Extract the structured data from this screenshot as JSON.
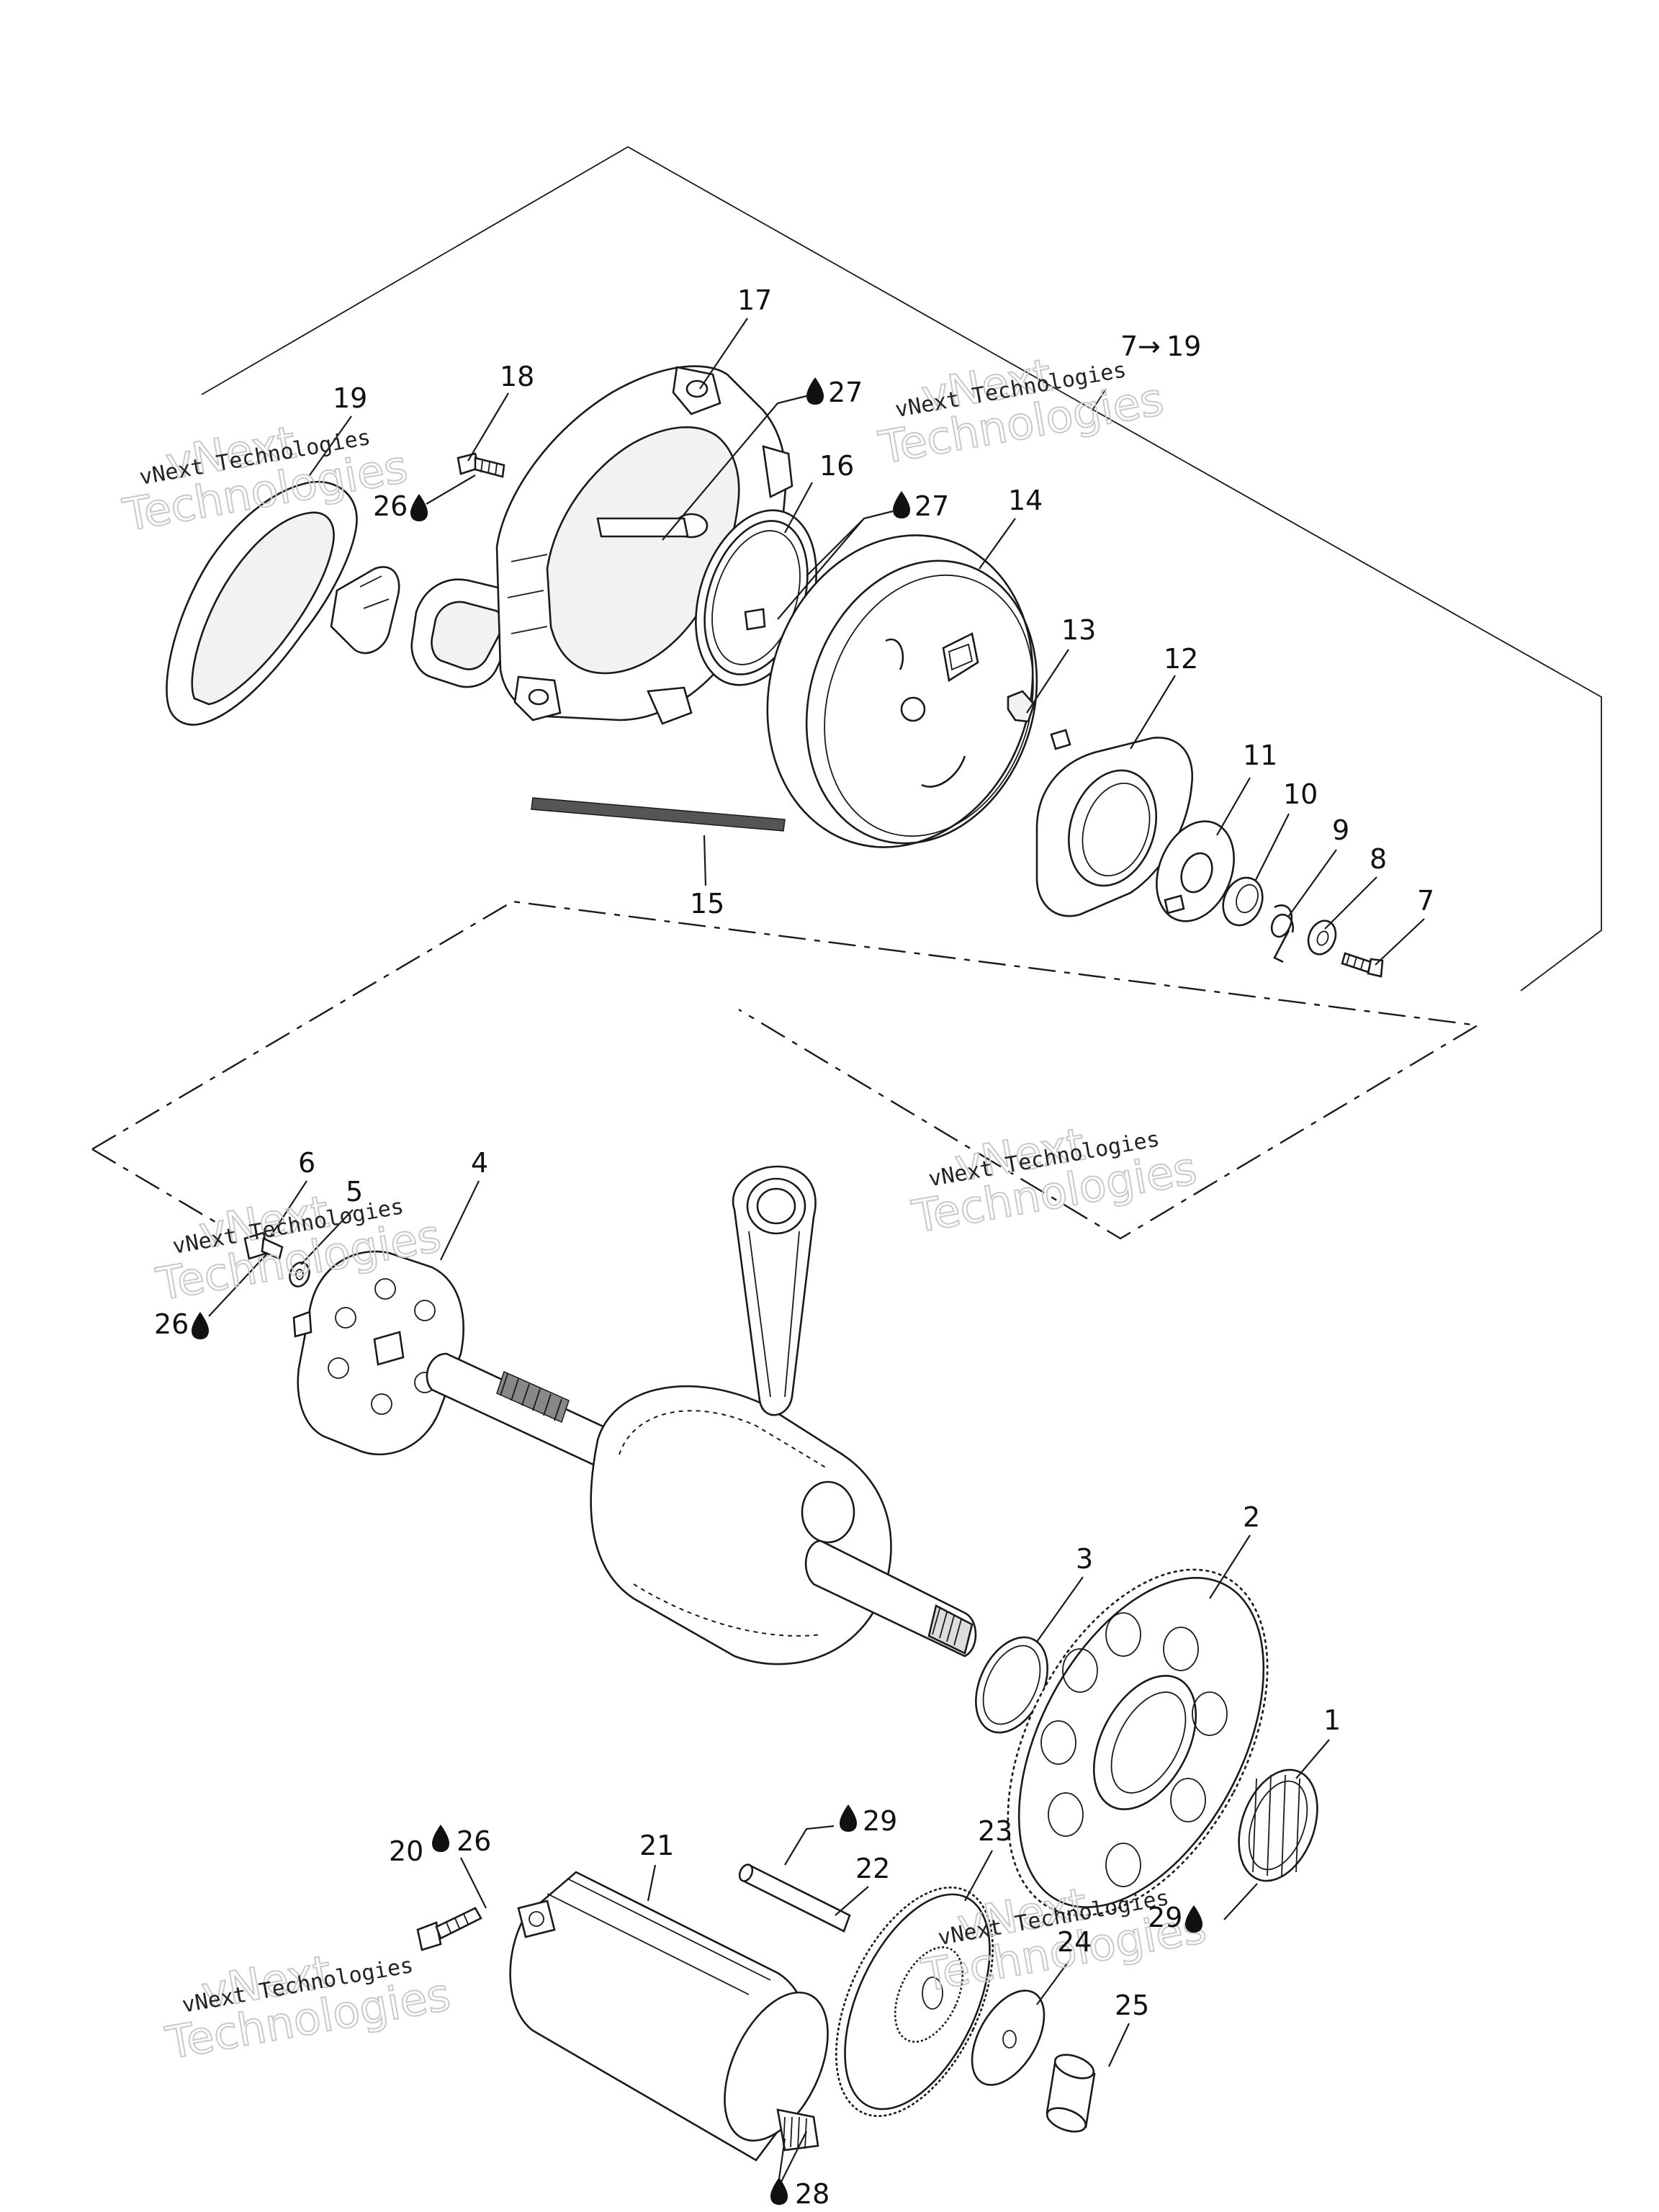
{
  "watermark": {
    "small": "vNext Technologies",
    "big_line1": "vNext",
    "big_line2": "Technologies"
  },
  "callouts": {
    "c1": "1",
    "c2": "2",
    "c3": "3",
    "c4": "4",
    "c5": "5",
    "c6": "6",
    "c7": "7",
    "c8": "8",
    "c9": "9",
    "c10": "10",
    "c11": "11",
    "c12": "12",
    "c13": "13",
    "c14": "14",
    "c15": "15",
    "c16": "16",
    "c17": "17",
    "c18": "18",
    "c19": "19",
    "c20": "20",
    "c21": "21",
    "c22": "22",
    "c23": "23",
    "c24": "24",
    "c25": "25",
    "c26a": "26",
    "c26b": "26",
    "c26c": "26",
    "c27a": "27",
    "c27b": "27",
    "c28": "28",
    "c29a": "29",
    "c29b": "29",
    "range_start": "7",
    "range_end": "19",
    "range_arrow": "→"
  },
  "icons": {
    "lubricant": "oil-drop-icon"
  }
}
